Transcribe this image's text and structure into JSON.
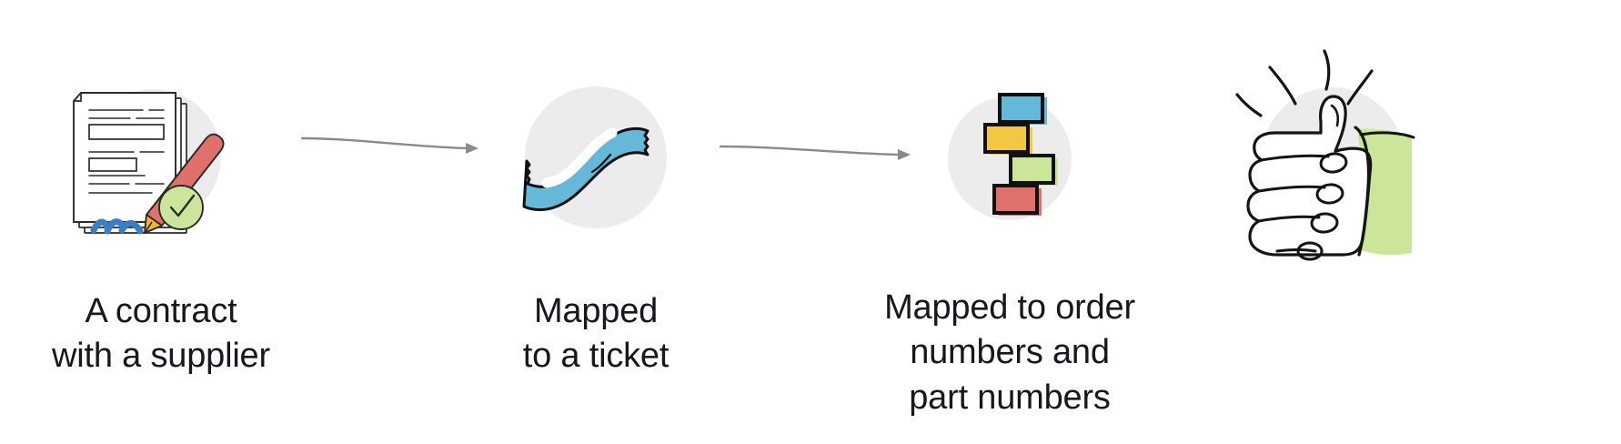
{
  "diagram": {
    "type": "process-flow",
    "background": "#ffffff",
    "text_color": "#16181d",
    "circle_color": "#ececec",
    "connector_color": "#8a8a8a",
    "palette": {
      "blue": "#66b8d9",
      "yellow": "#f2c744",
      "green": "#cbe59b",
      "red": "#e0706b",
      "ink": "#1a1a1a",
      "pen_blue": "#3b7ec4",
      "pencil_red": "#e0706b",
      "pencil_tip": "#f2b630"
    },
    "steps": [
      {
        "id": "contract",
        "icon": "contract-document-with-pen-icon",
        "label": "A contract\nwith a supplier"
      },
      {
        "id": "ticket",
        "icon": "blue-ribbon-ticket-icon",
        "label": "Mapped\nto a ticket"
      },
      {
        "id": "orders",
        "icon": "stacked-color-cards-icon",
        "label": "Mapped to order\nnumbers and\npart numbers"
      },
      {
        "id": "done",
        "icon": "thumbs-up-icon",
        "label": ""
      }
    ],
    "connectors": [
      {
        "id": "connector-1",
        "from": "contract",
        "to": "ticket",
        "style": "arrow-right"
      },
      {
        "id": "connector-2",
        "from": "ticket",
        "to": "orders",
        "style": "arrow-right"
      }
    ],
    "cards": [
      {
        "color": "#66b8d9",
        "name": "card-blue"
      },
      {
        "color": "#f2c744",
        "name": "card-yellow"
      },
      {
        "color": "#cbe59b",
        "name": "card-green"
      },
      {
        "color": "#e0706b",
        "name": "card-red"
      }
    ]
  }
}
